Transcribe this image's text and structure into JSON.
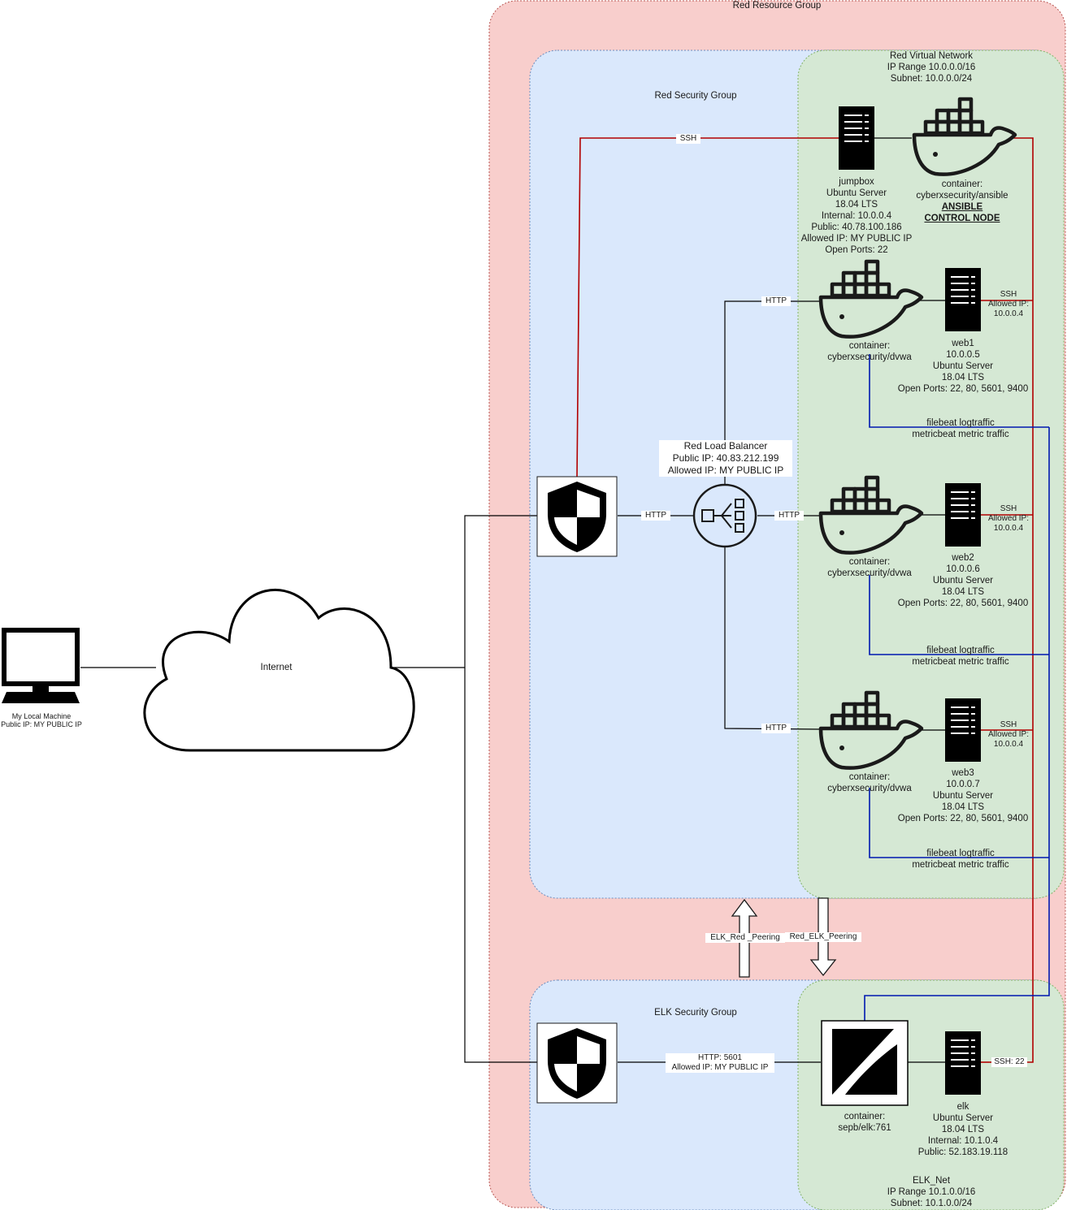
{
  "resource_group": {
    "label": "Red Resource Group"
  },
  "red_vnet": {
    "lines": [
      "Red Virtual Network",
      "IP Range 10.0.0.0/16",
      "Subnet: 10.0.0.0/24"
    ]
  },
  "red_sg": {
    "label": "Red Security Group"
  },
  "elk_sg": {
    "label": "ELK Security Group"
  },
  "elk_net": {
    "lines": [
      "ELK_Net",
      "IP Range  10.1.0.0/16",
      "Subnet: 10.1.0.0/24"
    ]
  },
  "local_machine": {
    "lines": [
      "My Local Machine",
      "Public IP: MY PUBLIC IP"
    ],
    "icon": "monitor-icon"
  },
  "internet": {
    "label": "Internet",
    "icon": "cloud-icon"
  },
  "jumpbox": {
    "lines": [
      "jumpbox",
      "Ubuntu Server",
      "18.04 LTS",
      "Internal: 10.0.0.4",
      "Public: 40.78.100.186",
      "Allowed IP: MY PUBLIC IP",
      "Open Ports: 22"
    ],
    "icon": "server-icon"
  },
  "ansible": {
    "lines": [
      "container:",
      "cyberxsecurity/ansible"
    ],
    "emphasis": [
      "ANSIBLE",
      "CONTROL NODE"
    ],
    "icon": "docker-icon"
  },
  "load_balancer": {
    "lines": [
      "Red Load Balancer",
      "Public IP: 40.83.212.199",
      "Allowed IP: MY PUBLIC IP"
    ],
    "icon": "load-balancer-icon"
  },
  "webs": [
    {
      "container": [
        "container:",
        "cyberxsecurity/dvwa"
      ],
      "server": [
        "web1",
        "10.0.0.5",
        "Ubuntu Server",
        "18.04 LTS",
        "Open Ports: 22, 80, 5601, 9400"
      ],
      "ssh": [
        "SSH",
        "Allowed IP:",
        "10.0.0.4"
      ],
      "beats": [
        "filebeat logtraffic",
        "metricbeat metric traffic"
      ]
    },
    {
      "container": [
        "container:",
        "cyberxsecurity/dvwa"
      ],
      "server": [
        "web2",
        "10.0.0.6",
        "Ubuntu Server",
        "18.04 LTS",
        "Open Ports: 22, 80, 5601, 9400"
      ],
      "ssh": [
        "SSH",
        "Allowed IP:",
        "10.0.0.4"
      ],
      "beats": [
        "filebeat logtraffic",
        "metricbeat metric traffic"
      ]
    },
    {
      "container": [
        "container:",
        "cyberxsecurity/dvwa"
      ],
      "server": [
        "web3",
        "10.0.0.7",
        "Ubuntu Server",
        "18.04 LTS",
        "Open Ports: 22, 80, 5601, 9400"
      ],
      "ssh": [
        "SSH",
        "Allowed IP:",
        "10.0.0.4"
      ],
      "beats": [
        "filebeat logtraffic",
        "metricbeat metric traffic"
      ]
    }
  ],
  "elk_container": {
    "lines": [
      "container:",
      "sepb/elk:761"
    ],
    "icon": "kibana-icon"
  },
  "elk_server": {
    "lines": [
      "elk",
      "Ubuntu Server",
      "18.04 LTS",
      "Internal: 10.1.0.4",
      "Public: 52.183.19.118"
    ],
    "icon": "server-icon"
  },
  "edges": {
    "ssh": "SSH",
    "http": "HTTP",
    "elk_http": [
      "HTTP: 5601",
      "Allowed IP: MY PUBLIC IP"
    ],
    "elk_ssh": "SSH: 22",
    "peering_up": "ELK_Red _Peering",
    "peering_down": "Red_ELK_Peering"
  },
  "colors": {
    "resource_group_fill": "#f8cecc",
    "security_group_fill": "#dae8fc",
    "vnet_fill": "#d5e8d4",
    "ssh_line": "#b20000",
    "beats_line": "#0019b0",
    "line": "#000000"
  }
}
